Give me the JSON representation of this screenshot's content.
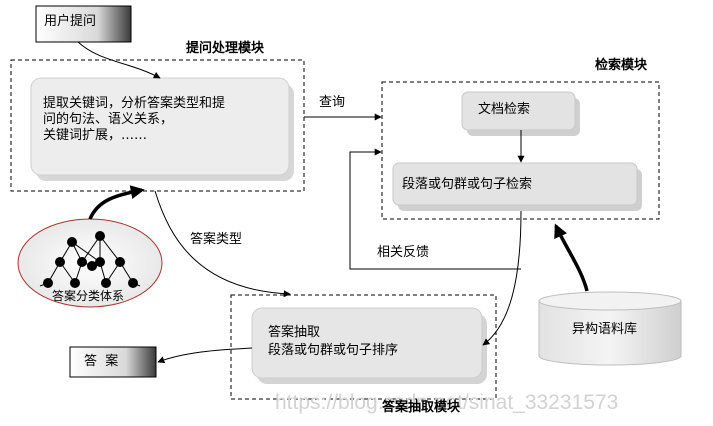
{
  "diagram": {
    "user_question": "用户提问",
    "question_module": {
      "title": "提问处理模块",
      "content": "提取关键词，分析答案类型和提\n问的句法、语义关系，\n关键词扩展，……"
    },
    "retrieval_module": {
      "title": "检索模块",
      "doc_search": "文档检索",
      "passage_search": "段落或句群或句子检索"
    },
    "extraction_module": {
      "title": "答案抽取模块",
      "line1": "答案抽取",
      "line2": "段落或句群或句子排序"
    },
    "answer_box": "答  案",
    "taxonomy": "答案分类体系",
    "corpus": "异构语料库",
    "edge_labels": {
      "query": "查询",
      "answer_type": "答案类型",
      "feedback": "相关反馈"
    },
    "watermark": "https://blog.csdn.net/sinat_33231573"
  }
}
